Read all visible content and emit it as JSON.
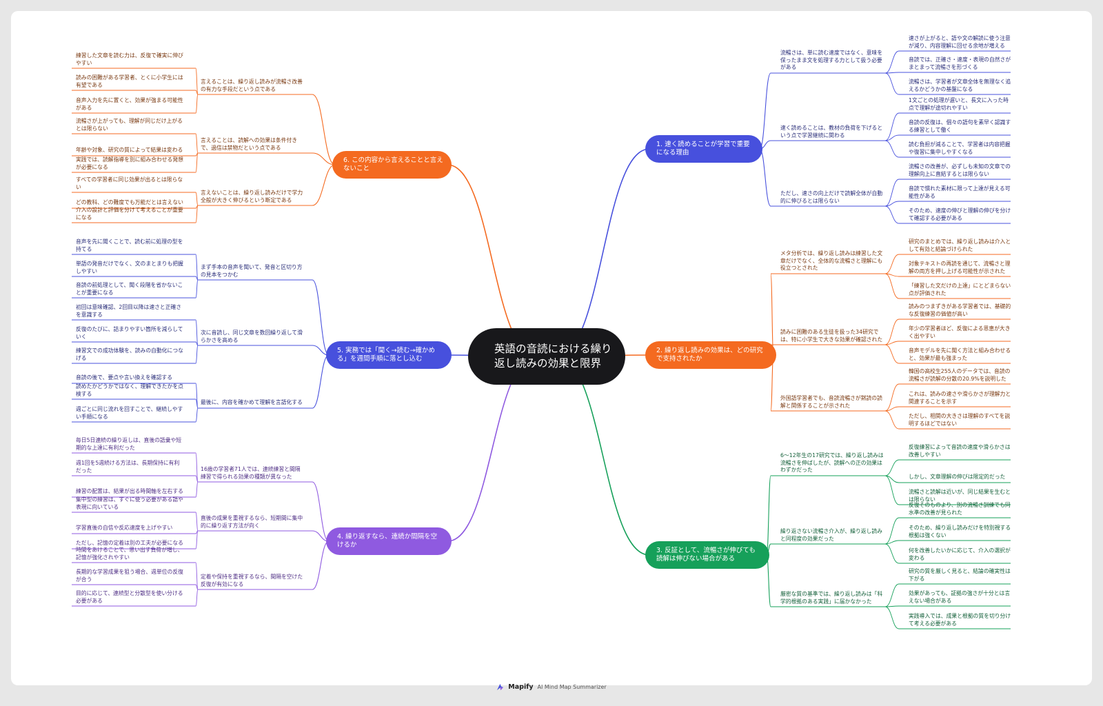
{
  "root": {
    "text": "英語の音読における繰り返し読みの効果と限界"
  },
  "footer": {
    "brand": "Mapify",
    "tagline": "AI Mind Map Summarizer"
  },
  "branches": [
    {
      "id": "b1",
      "side": "right",
      "color": "#4750dd",
      "text": "1. 速く読めることが学習で重要になる理由",
      "subs": [
        {
          "text": "流暢さは、単に読む速度ではなく、意味を保ったまま文を処理する力として扱う必要がある",
          "leaves": [
            "速さが上がると、語や文の解読に使う注意が減り、内容理解に回せる余地が増える",
            "音読では、正確さ・速度・表現の自然さがまとまって流暢さを形づくる",
            "流暢さは、学習者が文章全体を無理なく追えるかどうかの基盤になる"
          ]
        },
        {
          "text": "速く読めることは、教材の負荷を下げるという点で学習継続に関わる",
          "leaves": [
            "1文ごとの処理が遅いと、長文に入った時点で理解が途切れやすい",
            "音読の反復は、個々の語句を素早く認識する練習として働く",
            "読む負担が減ることで、学習者は内容把握や復習に集中しやすくなる"
          ]
        },
        {
          "text": "ただし、速さの向上だけで読解全体が自動的に伸びるとは限らない",
          "leaves": [
            "流暢さの改善が、必ずしも未知の文章での理解向上に直結するとは限らない",
            "音読で慣れた素材に限って上達が見える可能性がある",
            "そのため、速度の伸びと理解の伸びを分けて確認する必要がある"
          ]
        }
      ]
    },
    {
      "id": "b2",
      "side": "right",
      "color": "#f46a20",
      "text": "2. 繰り返し読みの効果は、どの研究で支持されたか",
      "subs": [
        {
          "text": "メタ分析では、繰り返し読みは練習した文章だけでなく、全体的な流暢さと理解にも役立つとされた",
          "leaves": [
            "研究のまとめでは、繰り返し読みは介入として有効と結論づけられた",
            "対象テキストの再読を通じて、流暢さと理解の両方を押し上げる可能性が示された",
            "「練習した文だけの上達」にとどまらない点が評価された"
          ]
        },
        {
          "text": "読みに困難のある生徒を扱った34研究では、特に小学生で大きな効果が確認された",
          "leaves": [
            "読みのつまずきがある学習者では、基礎的な反復練習の価値が高い",
            "年少の学習者ほど、反復による恩恵が大きく出やすい",
            "音声モデルを先に聞く方法と組み合わせると、効果が最も強まった"
          ]
        },
        {
          "text": "外国語学習者でも、音読流暢さが黙読の読解と関係することが示された",
          "leaves": [
            "韓国の高校生255人のデータでは、音読の流暢さが読解の分散の20.9%を説明した",
            "これは、読みの速さや滑らかさが理解力と関連することを示す",
            "ただし、相関の大きさは理解のすべてを説明するほどではない"
          ]
        }
      ]
    },
    {
      "id": "b3",
      "side": "right",
      "color": "#16a05a",
      "text": "3. 反証として、流暢さが伸びても読解は伸びない場合がある",
      "subs": [
        {
          "text": "6〜12年生の17研究では、繰り返し読みは流暢さを伸ばしたが、読解への正の効果はわずかだった",
          "leaves": [
            "反復練習によって音読の速度や滑らかさは改善しやすい",
            "しかし、文章理解の伸びは限定的だった",
            "流暢さと読解は近いが、同じ結果を生むとは限らない"
          ]
        },
        {
          "text": "繰り返さない流暢さ介入が、繰り返し読みと同程度の効果だった",
          "leaves": [
            "反復そのものより、別の流暢さ訓練でも同水準の改善が見られた",
            "そのため、繰り返し読みだけを特別視する根拠は強くない",
            "何を改善したいかに応じて、介入の選択が変わる"
          ]
        },
        {
          "text": "厳密な質の基準では、繰り返し読みは「科学的根拠のある実践」に届かなかった",
          "leaves": [
            "研究の質を厳しく見ると、結論の確実性は下がる",
            "効果があっても、証拠の強さが十分とは言えない場合がある",
            "実践導入では、成果と根拠の質を切り分けて考える必要がある"
          ]
        }
      ]
    },
    {
      "id": "b4",
      "side": "left",
      "color": "#8f5ae0",
      "text": "4. 繰り返すなら、連続か間隔を空けるか",
      "subs": [
        {
          "text": "16歳の学習者71人では、連続練習と間隔練習で得られる効果の種類が異なった",
          "leaves": [
            "毎日5日連続の繰り返しは、直後の語彙や短期的な上達に有利だった",
            "週1回を5週続ける方法は、長期保持に有利だった",
            "練習の配置は、結果が出る時間軸を左右する"
          ]
        },
        {
          "text": "直後の成果を重視するなら、短期間に集中的に繰り返す方法が向く",
          "leaves": [
            "集中型の練習は、すぐに使う必要がある語や表現に向いている",
            "学習直後の自信や反応速度を上げやすい",
            "ただし、記憶の定着は別の工夫が必要になる"
          ]
        },
        {
          "text": "定着や保持を重視するなら、間隔を空けた反復が有効になる",
          "leaves": [
            "時間をあけることで、思い出す負荷が増し、記憶が強化されやすい",
            "長期的な学習成果を狙う場合、週単位の反復が合う",
            "目的に応じて、連続型と分散型を使い分ける必要がある"
          ]
        }
      ]
    },
    {
      "id": "b5",
      "side": "left",
      "color": "#4750dd",
      "text": "5. 実務では「聞く→読む→確かめる」を週間手順に落とし込む",
      "subs": [
        {
          "text": "まず手本の音声を聞いて、発音と区切り方の見本をつかむ",
          "leaves": [
            "音声を先に聞くことで、読む前に処理の型を持てる",
            "単語の発音だけでなく、文のまとまりも把握しやすい",
            "音読の前処理として、聞く段階を省かないことが重要になる"
          ]
        },
        {
          "text": "次に音読し、同じ文章を数回繰り返して滑らかさを高める",
          "leaves": [
            "初回は意味確認、2回目以降は速さと正確さを意識する",
            "反復のたびに、詰まりやすい箇所を減らしていく",
            "練習文での成功体験を、読みの自動化につなげる"
          ]
        },
        {
          "text": "最後に、内容を確かめて理解を言語化する",
          "leaves": [
            "音読の後で、要点や言い換えを確認する",
            "読めたかどうかではなく、理解できたかを点検する",
            "週ごとに同じ流れを回すことで、継続しやすい手順になる"
          ]
        }
      ]
    },
    {
      "id": "b6",
      "side": "left",
      "color": "#f46a20",
      "text": "6. この内容から言えることと言えないこと",
      "subs": [
        {
          "text": "言えることは、繰り返し読みが流暢さ改善の有力な手段だという点である",
          "leaves": [
            "練習した文章を読む力は、反復で確実に伸びやすい",
            "読みの困難がある学習者、とくに小学生には有望である",
            "音声入力を先に置くと、効果が強まる可能性がある"
          ]
        },
        {
          "text": "言えることは、読解への効果は条件付きで、過信は禁物だという点である",
          "leaves": [
            "流暢さが上がっても、理解が同じだけ上がるとは限らない",
            "年齢や対象、研究の質によって結果は変わる",
            "実践では、読解指導を別に組み合わせる発想が必要になる"
          ]
        },
        {
          "text": "言えないことは、繰り返し読みだけで学力全般が大きく伸びるという断定である",
          "leaves": [
            "すべての学習者に同じ効果が出るとは限らない",
            "どの教科、どの難度でも万能だとは言えない",
            "介入の設計と評価を分けて考えることが重要になる"
          ]
        }
      ]
    }
  ]
}
